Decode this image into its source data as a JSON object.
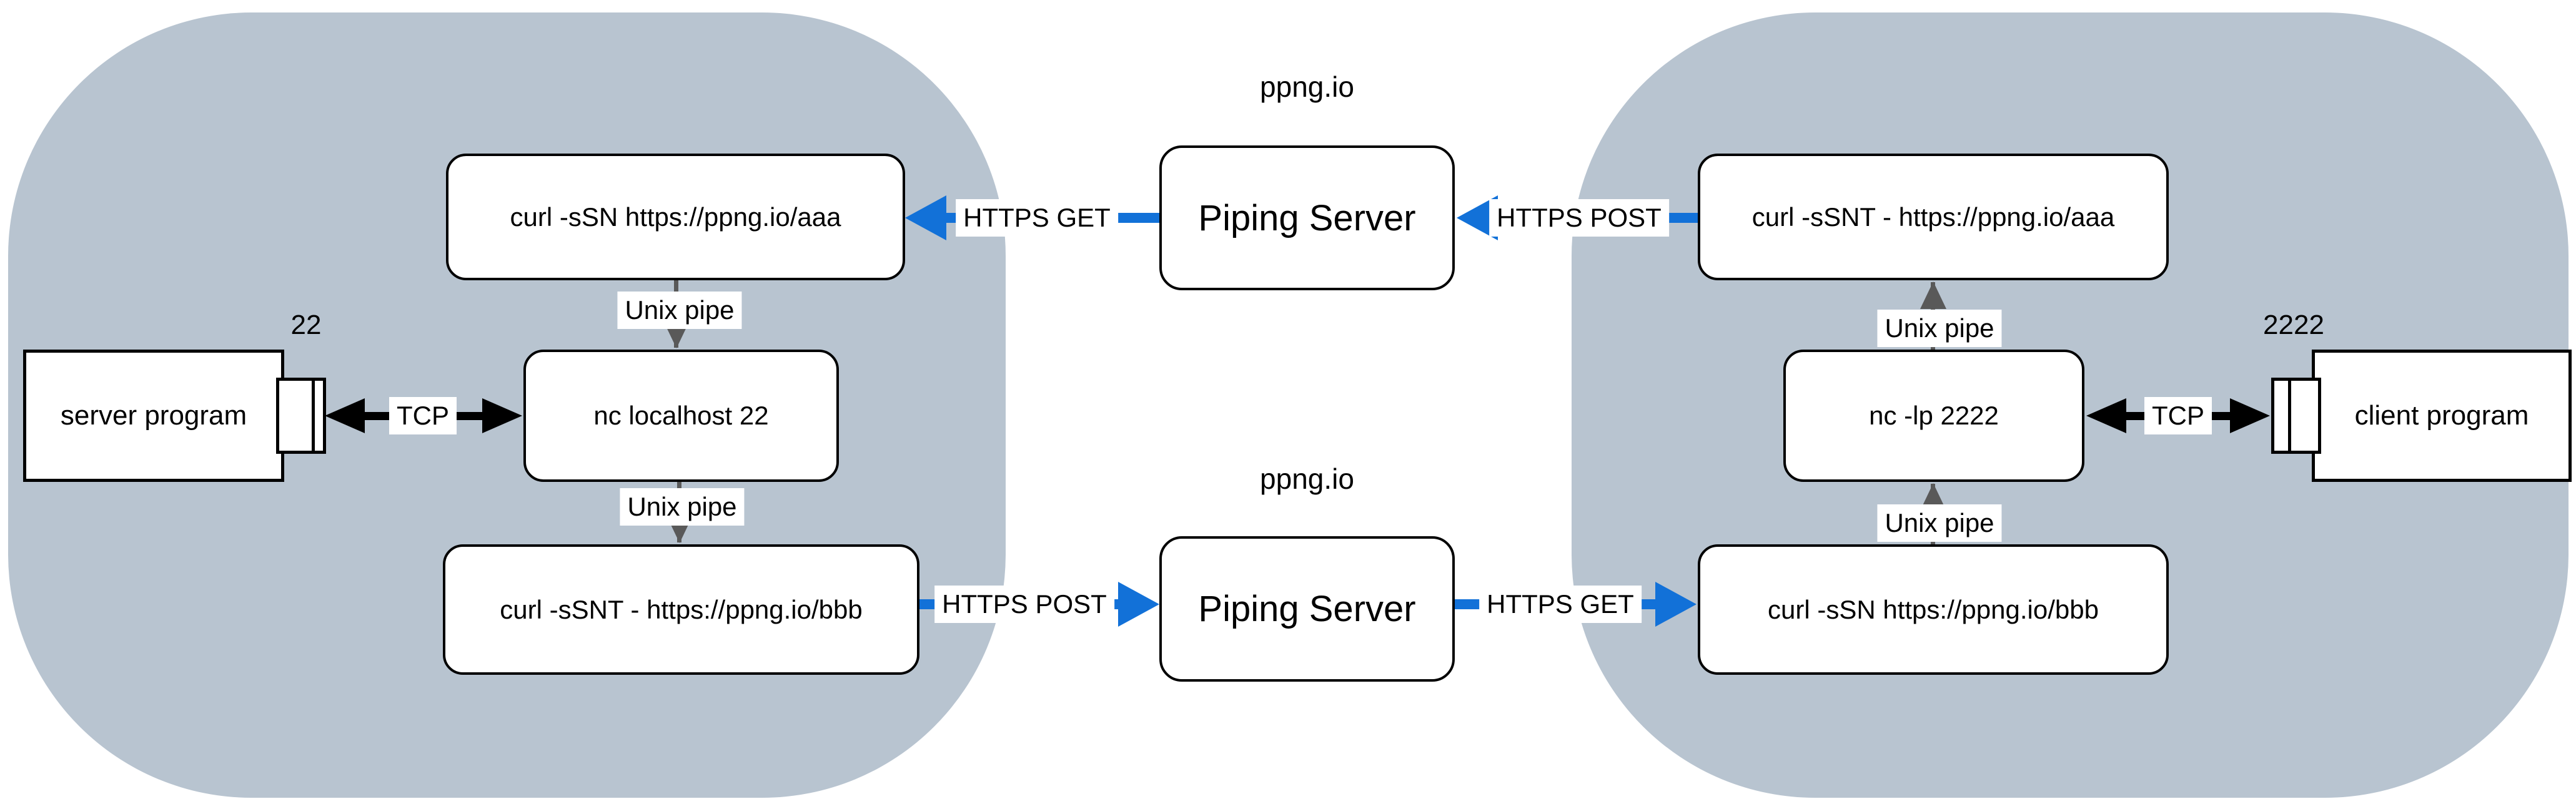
{
  "colors": {
    "container": "#b8c4d0",
    "blue": "#1271d8",
    "gray": "#595959",
    "black": "#000000",
    "boxfill": "#ffffff"
  },
  "left": {
    "curl_top": "curl -sSN https://ppng.io/aaa",
    "unix_pipe_top": "Unix pipe",
    "nc": "nc localhost 22",
    "unix_pipe_bottom": "Unix pipe",
    "curl_bottom": "curl -sSNT - https://ppng.io/bbb",
    "server": "server program",
    "port": "22",
    "tcp": "TCP"
  },
  "center": {
    "top": {
      "host": "ppng.io",
      "server": "Piping Server",
      "get": "HTTPS GET",
      "post": "HTTPS POST"
    },
    "bottom": {
      "host": "ppng.io",
      "server": "Piping Server",
      "get": "HTTPS GET",
      "post": "HTTPS POST"
    }
  },
  "right": {
    "curl_top": "curl -sSNT - https://ppng.io/aaa",
    "unix_pipe_top": "Unix pipe",
    "nc": "nc -lp 2222",
    "unix_pipe_bottom": "Unix pipe",
    "curl_bottom": "curl -sSN https://ppng.io/bbb",
    "client": "client program",
    "port": "2222",
    "tcp": "TCP"
  }
}
